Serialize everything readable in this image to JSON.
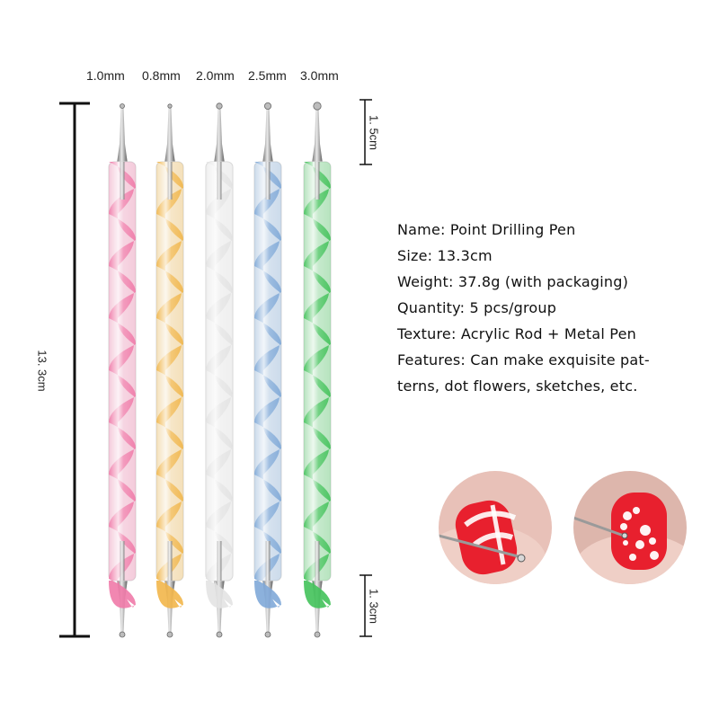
{
  "tip_sizes": [
    "1.0mm",
    "0.8mm",
    "2.0mm",
    "2.5mm",
    "3.0mm"
  ],
  "dimensions": {
    "total_length": "13. 3cm",
    "top_tip": "1. 5cm",
    "bottom_tip": "1. 3cm"
  },
  "specs": {
    "name": "Name: Point Drilling Pen",
    "size": "Size: 13.3cm",
    "weight": "Weight: 37.8g (with packaging)",
    "quantity": "Quantity: 5 pcs/group",
    "texture": "Texture: Acrylic Rod + Metal Pen",
    "features_line1": "Features: Can make exquisite pat-",
    "features_line2": "terns, dot flowers, sketches, etc."
  },
  "colors": {
    "pen_pink": "#f07aa8",
    "pen_yellow": "#f2b64a",
    "pen_white": "#e3e3e3",
    "pen_blue": "#7fa8d8",
    "pen_green": "#43c25a",
    "nail_red": "#e8202e"
  },
  "icons": [
    "dotting-pen-icon",
    "nail-art-photo-icon"
  ]
}
